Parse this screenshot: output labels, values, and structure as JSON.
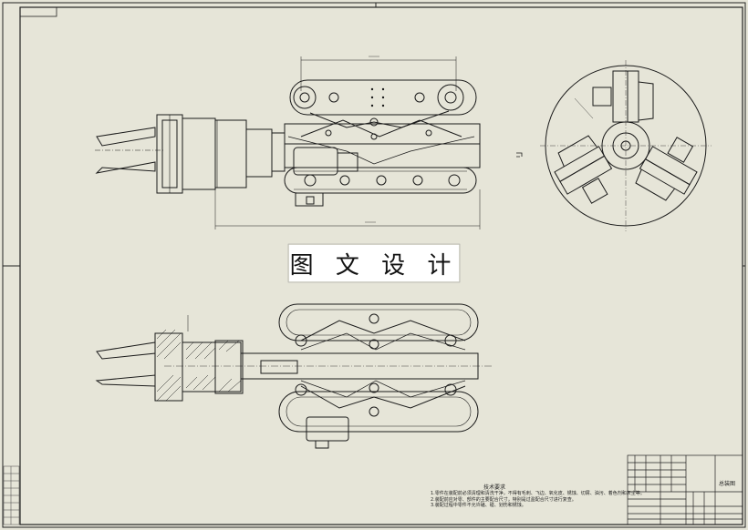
{
  "watermark": {
    "text": "图 文 设 计"
  },
  "technical_requirements": {
    "title": "技术要求",
    "notes": [
      "1.零件在装配前必须清理和清洗干净，不得有毛刺、飞边、氧化皮、锈蚀、切屑、油污、着色剂和灰尘等。",
      "2.装配前应对零、部件的主要配合尺寸，特别是过盈配合尺寸进行复查。",
      "3.装配过程中零件不允许磕、碰、划伤和锈蚀。"
    ]
  },
  "title_block": {
    "drawing_name": "总装图"
  },
  "colors": {
    "background": "#e6e5d8",
    "line": "#1a1a1a",
    "watermark_bg": "#ffffff"
  }
}
